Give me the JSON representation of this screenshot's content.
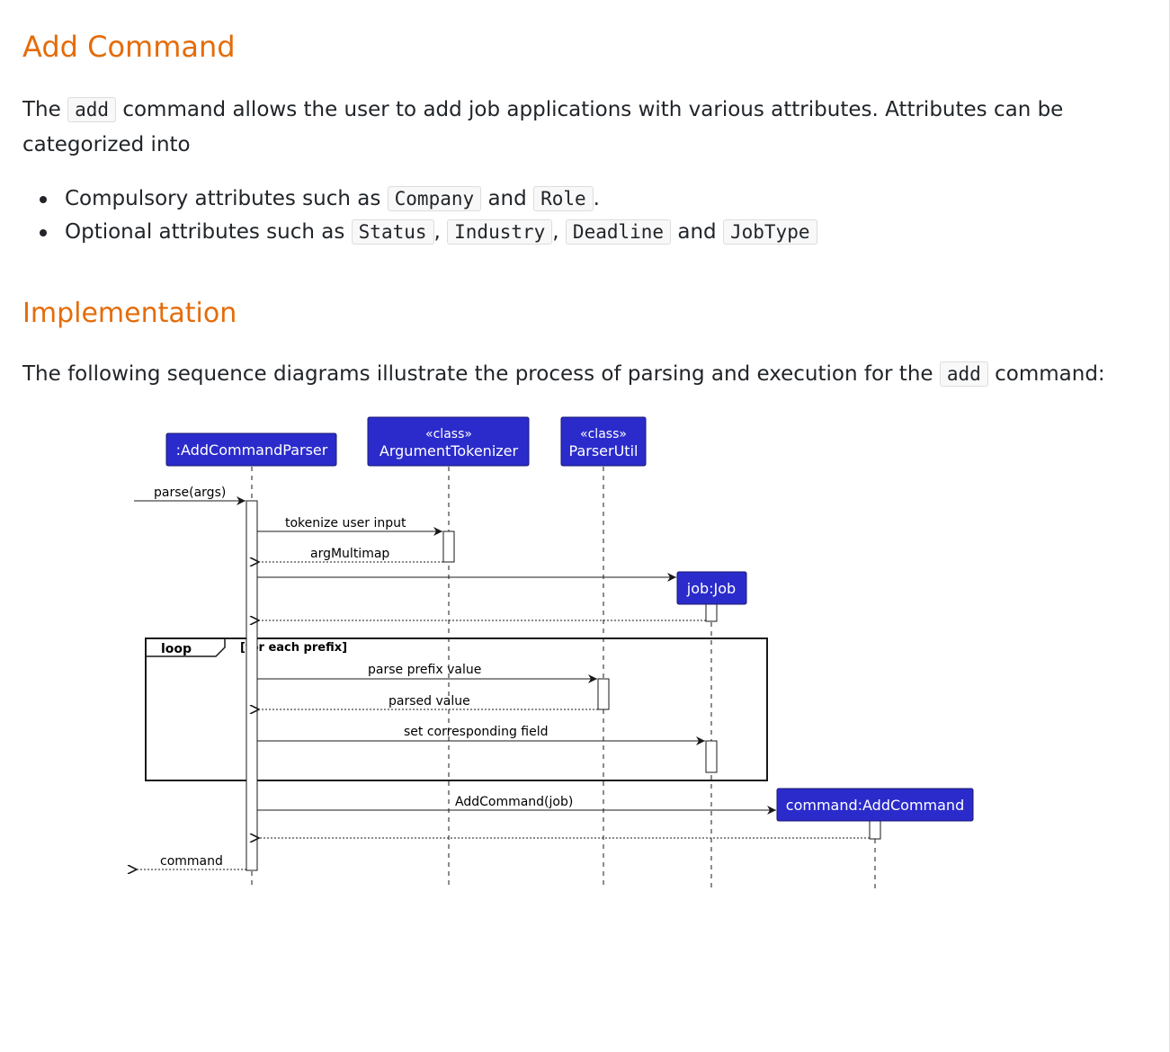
{
  "sections": {
    "add_command": {
      "heading": "Add Command",
      "intro": {
        "before": "The ",
        "code": "add",
        "after": " command allows the user to add job applications with various attributes. Attributes can be categorized into"
      },
      "bullets": [
        {
          "text_1": "Compulsory attributes such as ",
          "code_1": "Company",
          "text_2": " and ",
          "code_2": "Role",
          "text_3": "."
        },
        {
          "text_1": "Optional attributes such as ",
          "code_1": "Status",
          "sep_1": ", ",
          "code_2": "Industry",
          "sep_2": ", ",
          "code_3": "Deadline",
          "text_2": " and ",
          "code_4": "JobType"
        }
      ]
    },
    "implementation": {
      "heading": "Implementation",
      "paragraph": {
        "before": "The following sequence diagrams illustrate the process of parsing and execution for the ",
        "code": "add",
        "after": " command:"
      }
    }
  },
  "diagram": {
    "participants": {
      "parser": ":AddCommandParser",
      "tokenizer_stereotype": "«class»",
      "tokenizer": "ArgumentTokenizer",
      "util_stereotype": "«class»",
      "util": "ParserUtil",
      "job": "job:Job",
      "command": "command:AddCommand"
    },
    "messages": {
      "parse": "parse(args)",
      "tokenize": "tokenize user input",
      "arg_multimap": "argMultimap",
      "parse_prefix": "parse prefix value",
      "parsed_value": "parsed value",
      "set_field": "set corresponding field",
      "add_command": "AddCommand(job)",
      "command_return": "command"
    },
    "loop": {
      "label": "loop",
      "guard": "[for each prefix]"
    },
    "colors": {
      "participant_fill": "#2b2bcc",
      "participant_text": "#ffffff",
      "line": "#181818",
      "activation_fill": "#ffffff"
    }
  }
}
